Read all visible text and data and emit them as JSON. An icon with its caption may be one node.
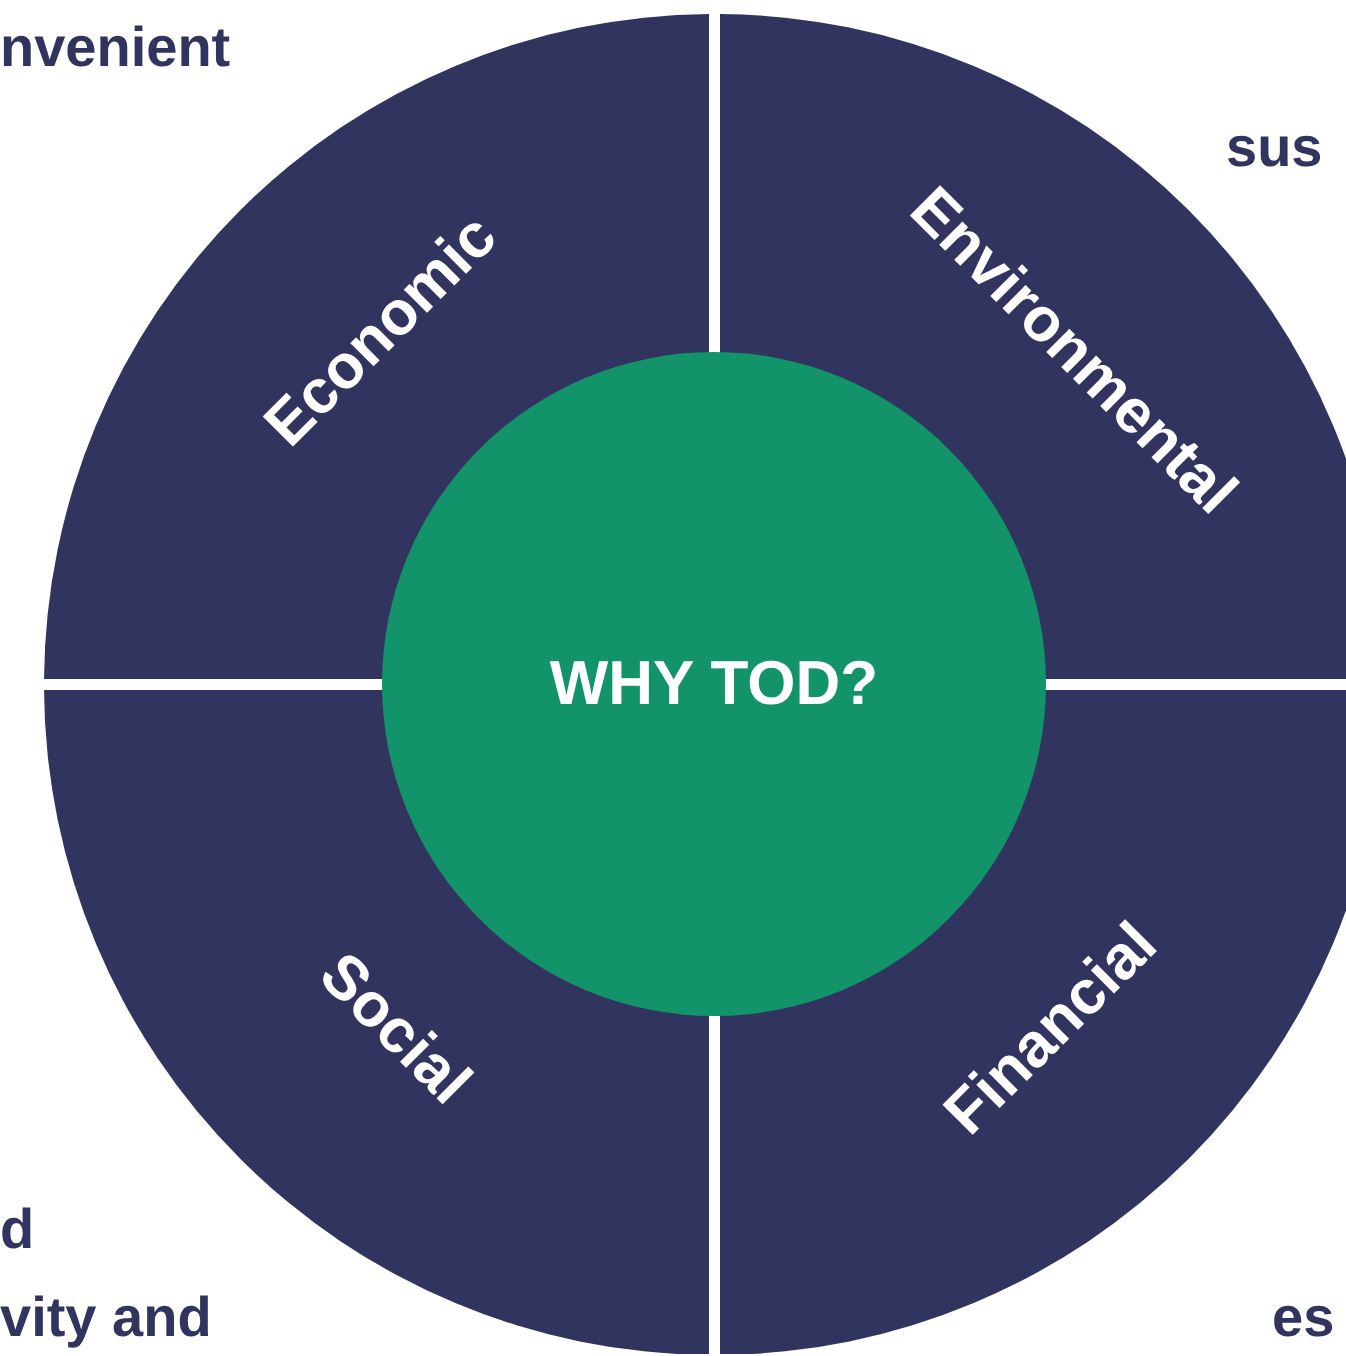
{
  "diagram": {
    "nodes": [
      {
        "text": [
          "Economic"
        ]
      },
      {
        "text": [
          "Environmental"
        ]
      },
      {
        "text": [
          "Social"
        ]
      },
      {
        "text": [
          "Financial"
        ]
      },
      {
        "text": [
          "WHY TOD?"
        ]
      }
    ],
    "edges": [],
    "labels": [
      "nvenient",
      "sus",
      "d",
      "vity and",
      "es"
    ]
  }
}
